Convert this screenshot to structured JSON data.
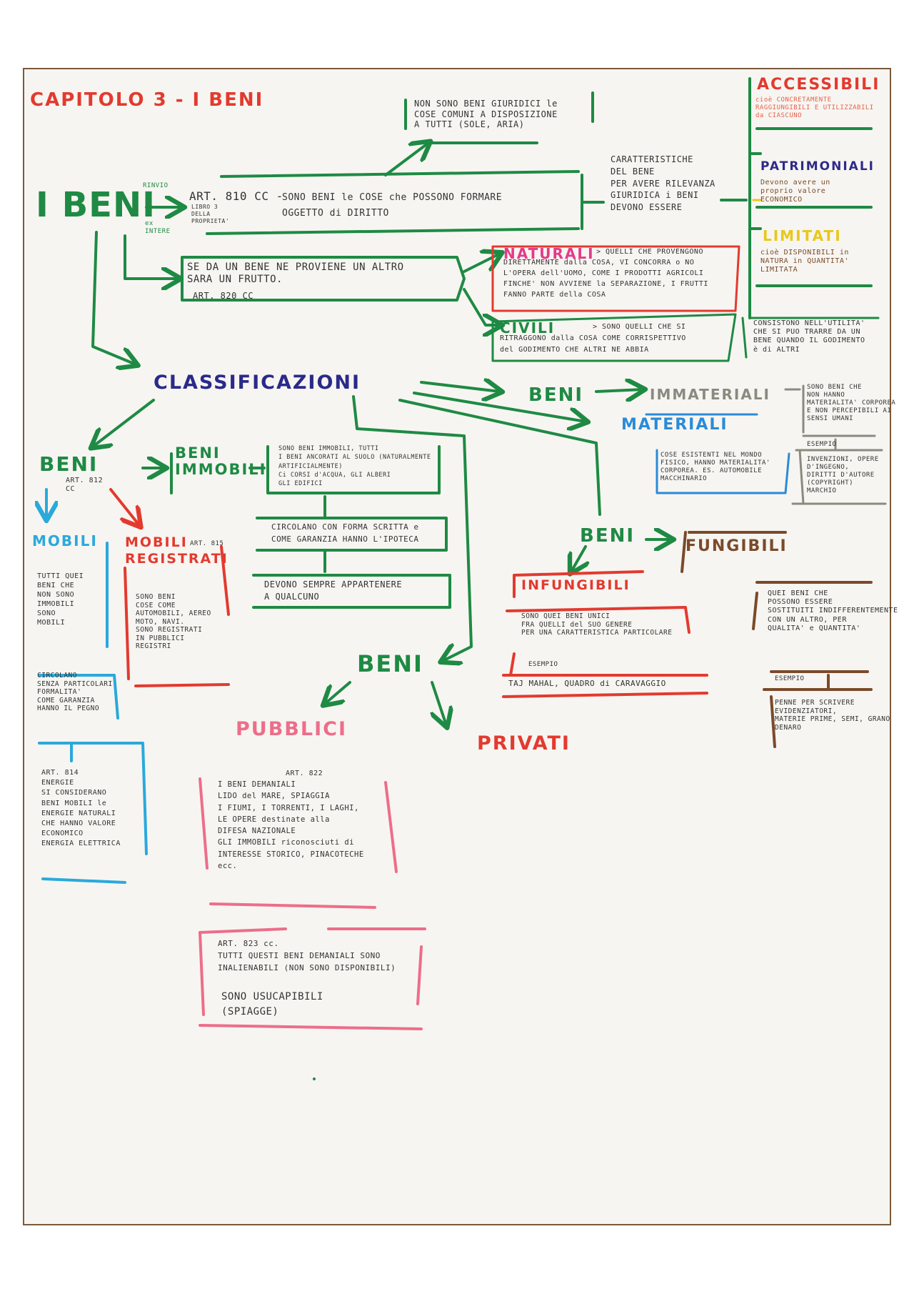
{
  "title": "CAPITOLO 3 - I BENI",
  "beni_root": {
    "label": "I BENI",
    "rinvio": "RINVIO",
    "ex": "ex\nINTERE"
  },
  "non_beni": "NON SONO BENI GIURIDICI le\nCOSE COMUNI A DISPOSIZIONE\nA TUTTI (SOLE, ARIA)",
  "art810": {
    "ref": "ART. 810 CC -",
    "libro": "LIBRO 3\nDELLA\nPROPRIETA'",
    "text": "SONO BENI le COSE che POSSONO FORMARE\nOGGETTO di DIRITTO"
  },
  "caratteristiche": "CARATTERISTICHE\nDEL BENE\nPER AVERE RILEVANZA\nGIURIDICA i BENI\nDEVONO ESSERE",
  "accessibili": {
    "label": "ACCESSIBILI",
    "desc": "cioè CONCRETAMENTE\nRAGGIUNGIBILI E UTILIZZABILI\nda CIASCUNO"
  },
  "patrimoniali": {
    "label": "PATRIMONIALI",
    "desc": "Devono avere un\nproprio valore\nECONOMICO"
  },
  "limitati": {
    "label": "LIMITATI",
    "desc": "cioè DISPONIBILI in\nNATURA in QUANTITA'\nLIMITATA"
  },
  "frutto": {
    "text": "SE DA UN BENE NE PROVIENE UN ALTRO\nSARA UN FRUTTO.",
    "ref": "ART. 820 CC"
  },
  "naturali": {
    "label": "NATURALI",
    "desc": "> QUELLI CHE PROVENGONO\nDIRETTAMENTE dalla COSA, VI CONCORRA o NO\nL'OPERA dell'UOMO, COME I PRODOTTI AGRICOLI\nFINCHE' NON AVVIENE la SEPARAZIONE, I FRUTTI\nFANNO PARTE della COSA"
  },
  "civili": {
    "label": "CIVILI",
    "desc": "> SONO QUELLI CHE SI\nRITRAGGONO dalla COSA COME CORRISPETTIVO\ndel GODIMENTO CHE ALTRI NE ABBIA",
    "side": "CONSISTONO NELL'UTILITA'\nCHE SI PUO TRARRE DA UN\nBENE QUANDO IL GODIMENTO\nè di ALTRI"
  },
  "classificazioni": "CLASSIFICAZIONI",
  "beni_imm_root": "BENI",
  "immateriali": {
    "label": "IMMATERIALI",
    "desc": "SONO BENI CHE\nNON HANNO\nMATERIALITA' CORPOREA\nE NON PERCEPIBILI AI\nSENSI UMANI",
    "esempio": "ESEMPIO",
    "esempio_text": "INVENZIONI, OPERE\nD'INGEGNO,\nDIRITTI D'AUTORE\n(COPYRIGHT)\nMARCHIO"
  },
  "materiali": {
    "label": "MATERIALI",
    "desc": "COSE ESISTENTI NEL MONDO\nFISICO, HANNO MATERIALITA'\nCORPOREA. ES. AUTOMOBILE\nMACCHINARIO"
  },
  "beni_mob_root": {
    "label": "BENI",
    "ref": "ART. 812\nCC"
  },
  "immobili": {
    "label": "BENI\nIMMOBILI",
    "desc": "SONO BENI IMMOBILI, TUTTI\nI BENI ANCORATI AL SUOLO (NATURALMENTE\nARTIFICIALMENTE)\nCi CORSI d'ACQUA, GLI ALBERI\nGLI EDIFICI",
    "circolano": "CIRCOLANO CON FORMA SCRITTA e\nCOME GARANZIA HANNO L'IPOTECA",
    "appartenere": "DEVONO SEMPRE APPARTENERE\nA QUALCUNO"
  },
  "mobili": {
    "label": "MOBILI",
    "desc": "TUTTI QUEI\nBENI CHE\nNON SONO\nIMMOBILI\nSONO\nMOBILI",
    "circolano": "CIRCOLANO\nSENZA PARTICOLARI\nFORMALITA'\nCOME GARANZIA\nHANNO IL PEGNO",
    "art814": "ART. 814\nENERGIE\nSI CONSIDERANO\nBENI MOBILI le\nENERGIE NATURALI\nCHE HANNO VALORE\nECONOMICO\nENERGIA ELETTRICA"
  },
  "mobili_registrati": {
    "label": "MOBILI\nREGISTRATI",
    "ref": "ART. 815",
    "desc": "SONO BENI\nCOSE COME\nAUTOMOBILI, AEREO\nMOTO, NAVI.\nSONO REGISTRATI\nIN PUBBLICI\nREGISTRI"
  },
  "beni_fung_root": "BENI",
  "fungibili": {
    "label": "FUNGIBILI",
    "desc": "QUEI BENI CHE\nPOSSONO ESSERE\nSOSTITUITI INDIFFERENTEMENTE\nCON UN ALTRO, PER\nQUALITA' e QUANTITA'",
    "esempio": "ESEMPIO",
    "esempio_text": "PENNE PER SCRIVERE\nEVIDENZIATORI,\nMATERIE PRIME, SEMI, GRANO\nDENARO"
  },
  "infungibili": {
    "label": "INFUNGIBILI",
    "desc": "SONO QUEI BENI UNICI\nFRA QUELLI del SUO GENERE\nPER UNA CARATTERISTICA PARTICOLARE",
    "esempio": "ESEMPIO",
    "esempio_text": "TAJ MAHAL, QUADRO di CARAVAGGIO"
  },
  "beni_pub_root": "BENI",
  "pubblici": {
    "label": "PUBBLICI",
    "ref": "ART. 822",
    "desc": "I BENI DEMANIALI\nLIDO del MARE, SPIAGGIA\nI FIUMI, I TORRENTI, I LAGHI,\nLE OPERE destinate alla\nDIFESA NAZIONALE\nGLI IMMOBILI riconosciuti di\nINTERESSE STORICO, PINACOTECHE\necc.",
    "art823": "ART. 823 cc.\nTUTTI QUESTI BENI DEMANIALI SONO\nINALIENABILI (NON SONO DISPONIBILI)",
    "usucapibili": "SONO USUCAPIBILI\n(SPIAGGE)"
  },
  "privati": "PRIVATI"
}
